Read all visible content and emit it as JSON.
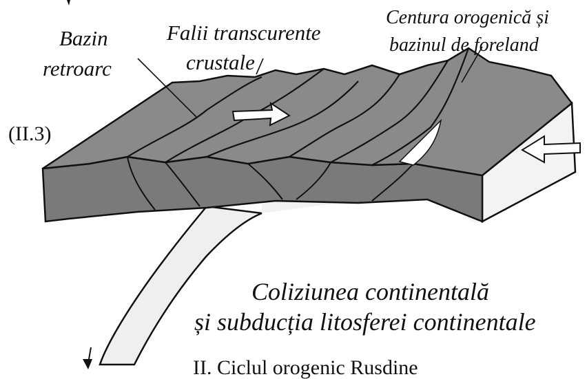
{
  "labels": {
    "bazin_line1": "Bazin",
    "bazin_line2": "retroarc",
    "falii_line1": "Falii transcurente",
    "falii_line2": "crustale",
    "centura_line1": "Centura orogenică și",
    "centura_line2": "bazinul de foreland",
    "stage": "(II.3)",
    "coliziune_line1": "Coliziunea continentală",
    "coliziune_line2": "și subducția litosferei continentale",
    "caption_partial": "II. Ciclul orogenic Rusdine"
  },
  "colors": {
    "block_top": "#8a8a8a",
    "block_front": "#7a7a7a",
    "slab": "#efefef",
    "line": "#111111",
    "background": "#ffffff"
  }
}
